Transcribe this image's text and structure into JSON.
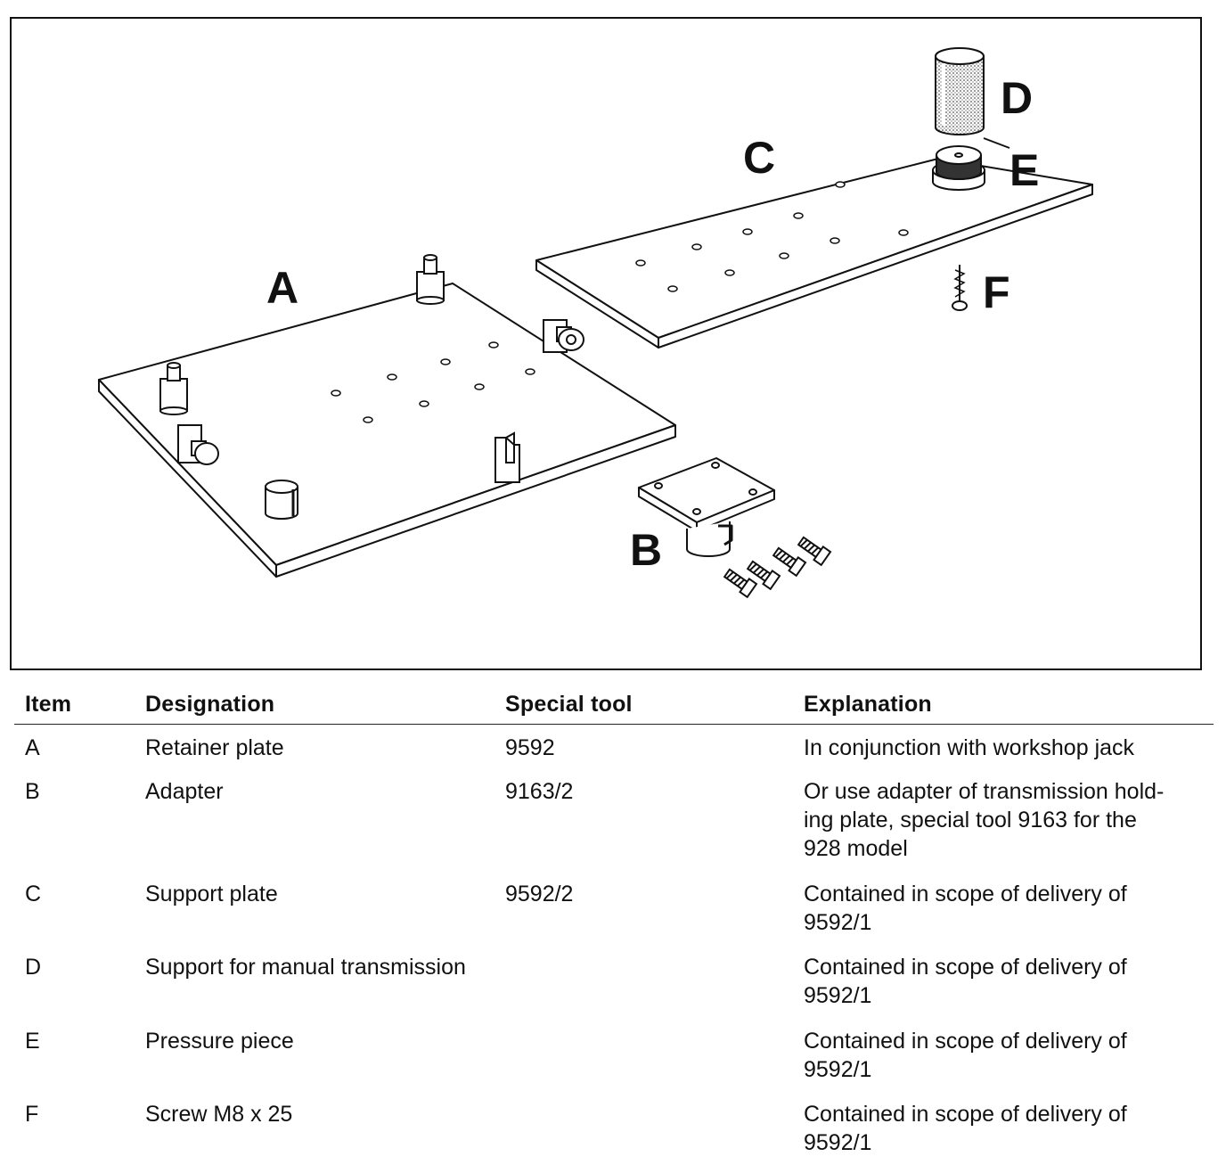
{
  "figure": {
    "callouts": {
      "a": "A",
      "b": "B",
      "c": "C",
      "d": "D",
      "e": "E",
      "f": "F"
    }
  },
  "table": {
    "headers": {
      "item": "Item",
      "designation": "Designation",
      "special_tool": "Special tool",
      "explanation": "Explanation"
    },
    "rows": [
      {
        "item": "A",
        "designation": "Retainer plate",
        "special_tool": "9592",
        "explanation": "In conjunction with workshop jack"
      },
      {
        "item": "B",
        "designation": "Adapter",
        "special_tool": "9163/2",
        "explanation": "Or use adapter of transmission hold-\ning plate, special tool 9163 for the\n928 model"
      },
      {
        "item": "C",
        "designation": "Support plate",
        "special_tool": "9592/2",
        "explanation": "Contained in scope of delivery of\n9592/1"
      },
      {
        "item": "D",
        "designation": "Support for manual transmission",
        "special_tool": "",
        "explanation": "Contained in scope of delivery of\n9592/1"
      },
      {
        "item": "E",
        "designation": "Pressure piece",
        "special_tool": "",
        "explanation": "Contained in scope of delivery of\n9592/1"
      },
      {
        "item": "F",
        "designation": "Screw M8 x 25",
        "special_tool": "",
        "explanation": "Contained in scope of delivery of\n9592/1"
      }
    ]
  }
}
